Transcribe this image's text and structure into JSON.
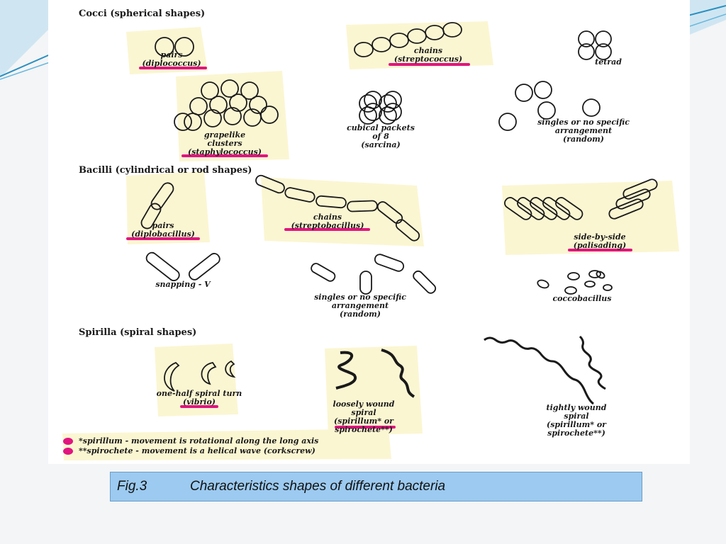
{
  "headings": {
    "cocci": "Cocci (spherical shapes)",
    "bacilli": "Bacilli (cylindrical or rod shapes)",
    "spirilla": "Spirilla (spiral shapes)"
  },
  "cocci": {
    "pairs": [
      "pairs",
      "(diplococcus)"
    ],
    "chains": [
      "chains",
      "(streptococcus)"
    ],
    "tetrad": [
      "tetrad"
    ],
    "grapelike": [
      "grapelike",
      "clusters",
      "(staphylococcus)"
    ],
    "cubical": [
      "cubical packets",
      "of 8",
      "(sarcina)"
    ],
    "singles": [
      "singles or no specific",
      "arrangement",
      "(random)"
    ]
  },
  "bacilli": {
    "pairs": [
      "pairs",
      "(diplobacillus)"
    ],
    "chains": [
      "chains",
      "(streptobacillus)"
    ],
    "palisading": [
      "side-by-side",
      "(palisading)"
    ],
    "snapping": [
      "snapping - V"
    ],
    "singles": [
      "singles or no specific",
      "arrangement",
      "(random)"
    ],
    "coccobacillus": [
      "coccobacillus"
    ]
  },
  "spirilla": {
    "vibrio": [
      "one-half spiral turn",
      "(vibrio)"
    ],
    "loose": [
      "loosely wound",
      "spiral",
      "(spirillum* or",
      "spirochete**)"
    ],
    "tight": [
      "tightly wound",
      "spiral",
      "(spirillum* or",
      "spirochete**)"
    ]
  },
  "notes": {
    "spirillum": "*spirillum - movement is rotational along the long axis",
    "spirochete": "**spirochete - movement is a helical wave (corkscrew)"
  },
  "caption": {
    "number": "Fig.3",
    "text": "Characteristics shapes of different bacteria"
  },
  "colors": {
    "highlight": "#fbf6d2",
    "underline": "#e0157f",
    "caption_bg": "#9ccaf0",
    "deco": "#2a8fc0"
  }
}
